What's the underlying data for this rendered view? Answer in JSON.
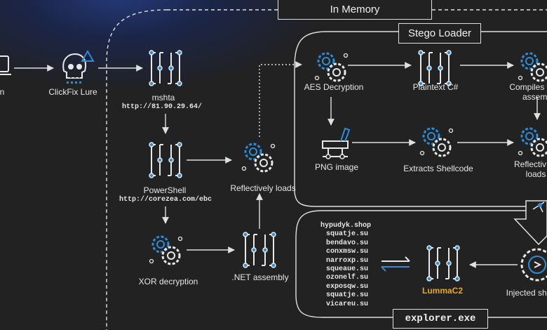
{
  "containers": {
    "in_memory": "In Memory",
    "stego_loader": "Stego Loader",
    "explorer": "explorer.exe"
  },
  "nodes": {
    "user": "n",
    "clickfix": "ClickFix Lure",
    "mshta": "mshta",
    "mshta_url": "http://81.90.29.64/",
    "powershell": "PowerShell",
    "powershell_url": "http://corezea.com/ebc",
    "xor": "XOR decryption",
    "reflect1": "Reflectively loads",
    "dotnet": ".NET assembly",
    "aes": "AES Decryption",
    "plaintext": "Plaintext C#",
    "compiles_1": "Compiles to",
    "compiles_2": "assemb",
    "png": "PNG image",
    "extracts": "Extracts Shellcode",
    "reflect2_1": "Reflectiv",
    "reflect2_2": "loads",
    "lumma": "LummaC2",
    "injected": "Injected she"
  },
  "domains": [
    "hypudyk.shop",
    "squatje.su",
    "bendavo.su",
    "conxmsw.su",
    "narroxp.su",
    "squeaue.su",
    "ozonelf.su",
    "exposqw.su",
    "squatje.su",
    "vicareu.su"
  ],
  "colors": {
    "accent": "#2e8bd6",
    "lumma": "#e6a81c",
    "line": "#e0e0e0"
  }
}
